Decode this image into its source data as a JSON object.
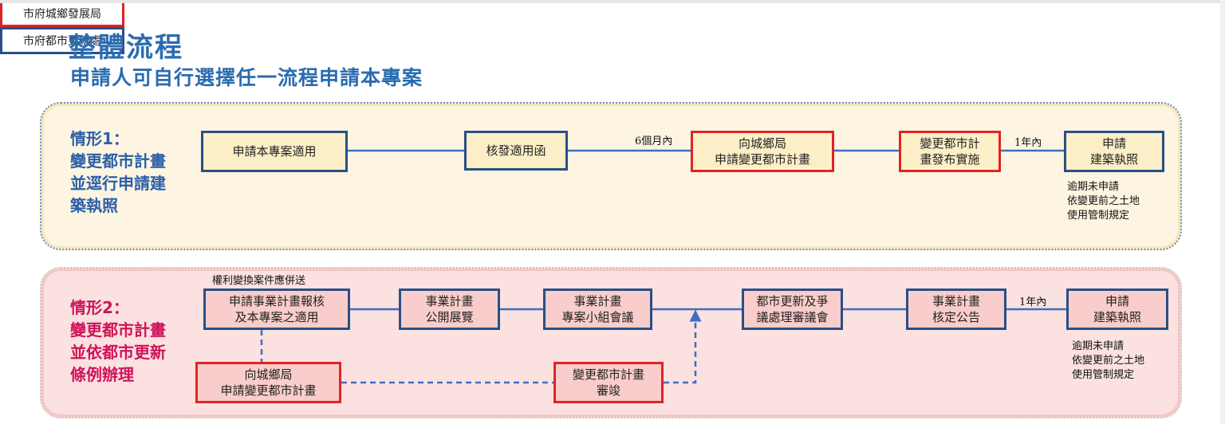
{
  "header": {
    "title": "整體流程",
    "subtitle": "申請人可自行選擇任一流程申請本專案",
    "legend_red": "市府城鄉發展局",
    "legend_blue": "市府都市更新處"
  },
  "colors": {
    "accent_blue": "#2b6cb0",
    "accent_red": "#e02424",
    "case2_text": "#d0125a"
  },
  "case1": {
    "label": "情形1：\n變更都市計畫\n並逕行申請建\n築執照",
    "steps": {
      "apply": "申請本專案適用",
      "issue": "核發適用函",
      "submit": "向城鄉局\n申請變更都市計畫",
      "publish": "變更都市計\n畫發布實施",
      "permit": "申請\n建築執照"
    },
    "time_6m": "6個月內",
    "time_1y": "1年內",
    "note": "逾期未申請\n依變更前之土地\n使用管制規定"
  },
  "case2": {
    "label": "情形2：\n變更都市計畫\n並依都市更新\n條例辦理",
    "top_note": "權利變換案件應併送",
    "steps": {
      "apply": "申請事業計畫報核\n及本專案之適用",
      "display": "事業計畫\n公開展覽",
      "meeting": "事業計畫\n專案小組會議",
      "review": "都市更新及爭\n議處理審議會",
      "announce": "事業計畫\n核定公告",
      "permit": "申請\n建築執照",
      "submit": "向城鄉局\n申請變更都市計畫",
      "approved": "變更都市計畫\n審竣"
    },
    "time_1y": "1年內",
    "note": "逾期未申請\n依變更前之土地\n使用管制規定"
  }
}
